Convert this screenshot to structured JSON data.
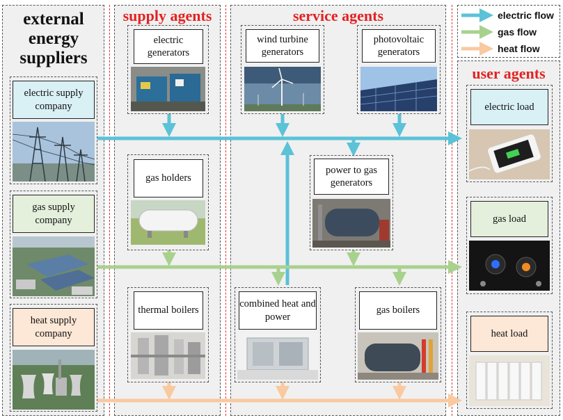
{
  "columns": {
    "external": "external energy suppliers",
    "supply": "supply agents",
    "service": "service agents",
    "user": "user agents"
  },
  "external_nodes": [
    {
      "label": "electric supply company"
    },
    {
      "label": "gas supply company"
    },
    {
      "label": "heat supply company"
    }
  ],
  "supply_nodes": [
    {
      "label": "electric generators"
    },
    {
      "label": "gas holders"
    },
    {
      "label": "thermal boilers"
    }
  ],
  "service_nodes": [
    {
      "label": "wind turbine generators"
    },
    {
      "label": "photovoltaic generators"
    },
    {
      "label": "power to gas generators"
    },
    {
      "label": "combined heat and power"
    },
    {
      "label": "gas boilers"
    }
  ],
  "user_nodes": [
    {
      "label": "electric load"
    },
    {
      "label": "gas load"
    },
    {
      "label": "heat load"
    }
  ],
  "legend": [
    {
      "label": "electric flow",
      "color": "#5bc2d7"
    },
    {
      "label": "gas flow",
      "color": "#a9d18e"
    },
    {
      "label": "heat flow",
      "color": "#f9c9a0"
    }
  ]
}
